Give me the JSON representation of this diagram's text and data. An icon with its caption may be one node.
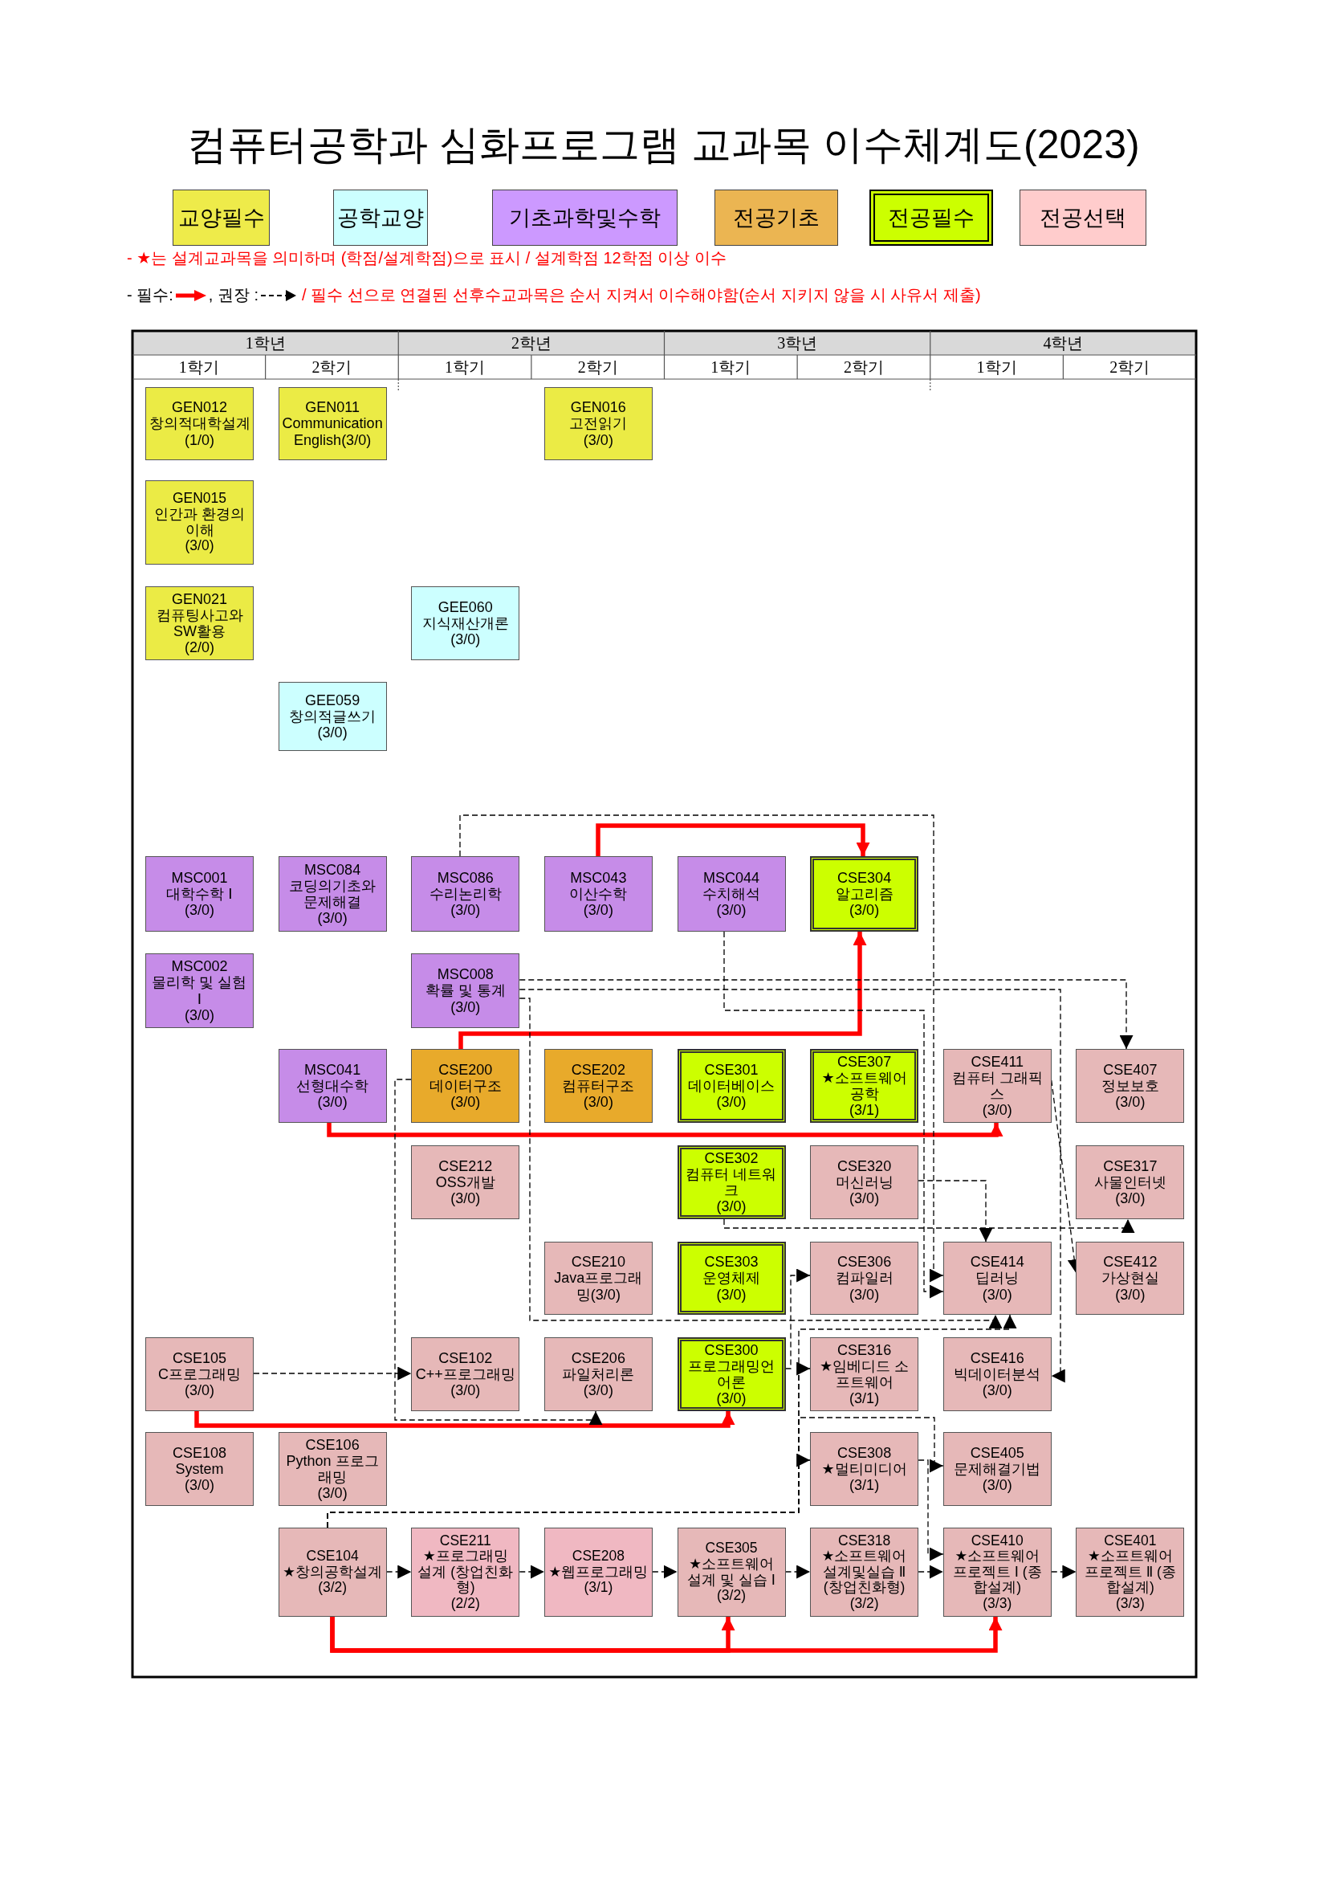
{
  "diagram": {
    "title": "컴퓨터공학과 심화프로그램 교과목 이수체계도(2023)",
    "nodes": [
      {
        "text": [
          "GEN012",
          "창의적대학설계",
          "(1/0)"
        ]
      },
      {
        "text": [
          "GEN011",
          "Communication English(3/0)"
        ]
      },
      {
        "text": [
          "GEN016",
          "고전읽기",
          "(3/0)"
        ]
      },
      {
        "text": [
          "GEN015",
          "인간과 환경의 이해",
          "(3/0)"
        ]
      },
      {
        "text": [
          "GEN021",
          "컴퓨팅사고와 SW활용",
          "(2/0)"
        ]
      },
      {
        "text": [
          "GEE060",
          "지식재산개론",
          "(3/0)"
        ]
      },
      {
        "text": [
          "GEE059",
          "창의적글쓰기",
          "(3/0)"
        ]
      },
      {
        "text": [
          "MSC001",
          "대학수학 Ⅰ",
          "(3/0)"
        ]
      },
      {
        "text": [
          "MSC084",
          "코딩의기초와 문제해결",
          "(3/0)"
        ]
      },
      {
        "text": [
          "MSC086",
          "수리논리학",
          "(3/0)"
        ]
      },
      {
        "text": [
          "MSC043",
          "이산수학",
          "(3/0)"
        ]
      },
      {
        "text": [
          "MSC044",
          "수치해석",
          "(3/0)"
        ]
      },
      {
        "text": [
          "CSE304",
          "알고리즘",
          "(3/0)"
        ]
      },
      {
        "text": [
          "MSC002",
          "물리학 및 실험 Ⅰ",
          "(3/0)"
        ]
      },
      {
        "text": [
          "MSC008",
          "확률 및 통계",
          "(3/0)"
        ]
      },
      {
        "text": [
          "MSC041",
          "선형대수학",
          "(3/0)"
        ]
      },
      {
        "text": [
          "CSE200",
          "데이터구조",
          "(3/0)"
        ]
      },
      {
        "text": [
          "CSE202",
          "컴퓨터구조",
          "(3/0)"
        ]
      },
      {
        "text": [
          "CSE301",
          "데이터베이스",
          "(3/0)"
        ]
      },
      {
        "text": [
          "CSE307",
          "★소프트웨어공학",
          "(3/1)"
        ]
      },
      {
        "text": [
          "CSE411",
          "컴퓨터 그래픽스",
          "(3/0)"
        ]
      },
      {
        "text": [
          "CSE407",
          "정보보호",
          "(3/0)"
        ]
      },
      {
        "text": [
          "CSE212",
          "OSS개발",
          "(3/0)"
        ]
      },
      {
        "text": [
          "CSE302",
          "컴퓨터 네트워크",
          "(3/0)"
        ]
      },
      {
        "text": [
          "CSE320",
          "머신러닝",
          "(3/0)"
        ]
      },
      {
        "text": [
          "CSE317",
          "사물인터넷",
          "(3/0)"
        ]
      },
      {
        "text": [
          "CSE210",
          "Java프로그래밍(3/0)"
        ]
      },
      {
        "text": [
          "CSE303",
          "운영체제",
          "(3/0)"
        ]
      },
      {
        "text": [
          "CSE306",
          "컴파일러",
          "(3/0)"
        ]
      },
      {
        "text": [
          "CSE414",
          "딥러닝",
          "(3/0)"
        ]
      },
      {
        "text": [
          "CSE412",
          "가상현실",
          "(3/0)"
        ]
      },
      {
        "text": [
          "CSE105",
          "C프로그래밍",
          "(3/0)"
        ]
      },
      {
        "text": [
          "CSE102",
          "C++프로그래밍(3/0)"
        ]
      },
      {
        "text": [
          "CSE206",
          "파일처리론",
          "(3/0)"
        ]
      },
      {
        "text": [
          "CSE300",
          "프로그래밍언어론",
          "(3/0)"
        ]
      },
      {
        "text": [
          "CSE316",
          "★임베디드 소프트웨어",
          "(3/1)"
        ]
      },
      {
        "text": [
          "CSE416",
          "빅데이터분석",
          "(3/0)"
        ]
      },
      {
        "text": [
          "CSE108",
          "System",
          "(3/0)"
        ]
      },
      {
        "text": [
          "CSE106",
          "Python 프로그래밍",
          "(3/0)"
        ]
      },
      {
        "text": [
          "CSE308",
          "★멀티미디어",
          "(3/1)"
        ]
      },
      {
        "text": [
          "CSE405",
          "문제해결기법",
          "(3/0)"
        ]
      },
      {
        "text": [
          "CSE104",
          "★창의공학설계",
          "(3/2)"
        ]
      },
      {
        "text": [
          "CSE211",
          "★프로그래밍 설계 (창업친화형)",
          "(2/2)"
        ]
      },
      {
        "text": [
          "CSE208",
          "★웹프로그래밍",
          "(3/1)"
        ]
      },
      {
        "text": [
          "CSE305",
          "★소프트웨어 설계 및 실습 Ⅰ",
          "(3/2)"
        ]
      },
      {
        "text": [
          "CSE318",
          "★소프트웨어 설계및실습 Ⅱ (창업친화형)",
          "(3/2)"
        ]
      },
      {
        "text": [
          "CSE410",
          "★소프트웨어 프로젝트 Ⅰ (종합설계)",
          "(3/3)"
        ]
      },
      {
        "text": [
          "CSE401",
          "★소프트웨어 프로젝트 Ⅱ (종합설계)",
          "(3/3)"
        ]
      }
    ],
    "edges": [
      {
        "from": 10,
        "to": 12,
        "arrow": "to",
        "style": "thick",
        "color": "#ff0000"
      },
      {
        "from": 16,
        "to": 12,
        "arrow": "to",
        "style": "thick",
        "color": "#ff0000"
      },
      {
        "from": 15,
        "to": 20,
        "arrow": "to",
        "style": "thick",
        "color": "#ff0000"
      },
      {
        "from": 31,
        "to": 34,
        "arrow": "to",
        "style": "thick",
        "color": "#ff0000"
      },
      {
        "from": 41,
        "to": 44,
        "arrow": "to",
        "style": "thick",
        "color": "#ff0000"
      },
      {
        "from": 41,
        "to": 46,
        "arrow": "to",
        "style": "thick",
        "color": "#ff0000"
      },
      {
        "from": 9,
        "to": 29,
        "arrow": "to",
        "style": "dashed"
      },
      {
        "from": 11,
        "to": 29,
        "arrow": "to",
        "style": "dashed"
      },
      {
        "from": 14,
        "to": 21,
        "arrow": "to",
        "style": "dashed"
      },
      {
        "from": 14,
        "to": 36,
        "arrow": "to",
        "style": "dashed"
      },
      {
        "from": 14,
        "to": 29,
        "arrow": "to",
        "style": "dashed"
      },
      {
        "from": 16,
        "to": 33,
        "arrow": "to",
        "style": "dashed"
      },
      {
        "from": 31,
        "to": 32,
        "arrow": "to",
        "style": "dashed"
      },
      {
        "from": 24,
        "to": 29,
        "arrow": "to",
        "style": "dashed"
      },
      {
        "from": 23,
        "to": 25,
        "arrow": "to",
        "style": "dashed"
      },
      {
        "from": 20,
        "to": 30,
        "arrow": "to",
        "style": "dashed"
      },
      {
        "from": 34,
        "to": 28,
        "arrow": "to",
        "style": "dashed"
      },
      {
        "from": 41,
        "to": 35,
        "arrow": "to",
        "style": "dashed"
      },
      {
        "from": 41,
        "to": 39,
        "arrow": "to",
        "style": "dashed"
      },
      {
        "from": 41,
        "to": 40,
        "arrow": "to",
        "style": "dashed"
      },
      {
        "from": 41,
        "to": 29,
        "arrow": "to",
        "style": "dashed"
      },
      {
        "from": 41,
        "to": 42,
        "arrow": "to",
        "style": "dashed"
      },
      {
        "from": 42,
        "to": 43,
        "arrow": "to",
        "style": "dashed"
      },
      {
        "from": 43,
        "to": 44,
        "arrow": "to",
        "style": "dashed"
      },
      {
        "from": 44,
        "to": 45,
        "arrow": "to",
        "style": "dashed"
      },
      {
        "from": 45,
        "to": 46,
        "arrow": "to",
        "style": "dashed"
      },
      {
        "from": 46,
        "to": 47,
        "arrow": "to",
        "style": "dashed"
      },
      {
        "from": 39,
        "to": 46,
        "arrow": "to",
        "style": "dashed"
      }
    ],
    "labels": [
      "- ★는 설계교과목을 의미하며 (학점/설계학점)으로 표시 / 설계학점 12학점 이상 이수",
      "- 필수:",
      ", 권장 :",
      "/ 필수 선으로 연결된 선후수교과목은 순서 지켜서 이수해야함(순서 지키지 않을 시 사유서 제출)",
      "1학년",
      "2학년",
      "3학년",
      "4학년",
      "1학기",
      "2학기",
      "1학기",
      "2학기",
      "1학기",
      "2학기",
      "1학기",
      "2학기"
    ],
    "legend": [
      {
        "text": "교양필수",
        "color": "#eeeb4a"
      },
      {
        "text": "공학교양",
        "color": "#ccffff"
      },
      {
        "text": "기초과학및수학",
        "color": "#cc99ff"
      },
      {
        "text": "전공기초",
        "color": "#ebb552"
      },
      {
        "text": "전공필수",
        "color": "#ccff00"
      },
      {
        "text": "전공선택",
        "color": "#ffcccc"
      }
    ]
  }
}
